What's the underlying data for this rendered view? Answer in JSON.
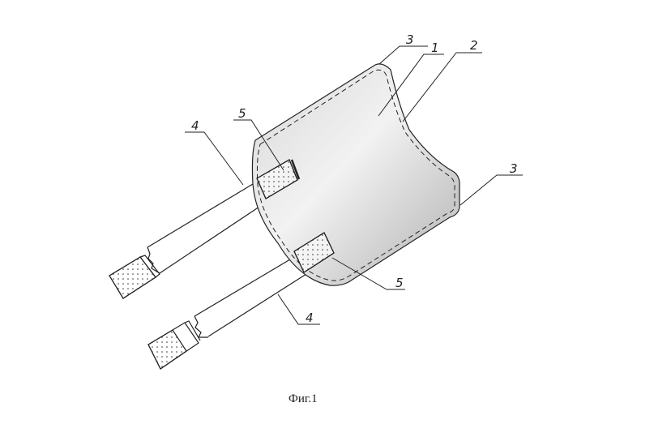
{
  "figure": {
    "caption": "Фиг.1",
    "labels": {
      "pad_edge_top": "3",
      "pad_body": "1",
      "pad_seam": "2",
      "pad_edge_right": "3",
      "strap_upper": "4",
      "strap_lower": "4",
      "fastener_upper": "5",
      "fastener_lower": "5"
    }
  }
}
